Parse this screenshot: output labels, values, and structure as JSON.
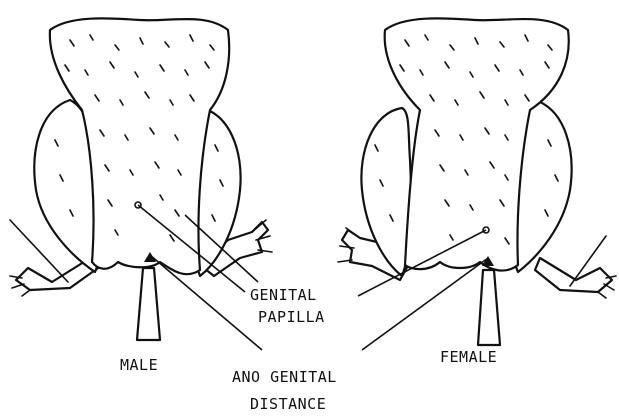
{
  "labels": {
    "male": "MALE",
    "female": "FEMALE",
    "genital_line1": "GENITAL",
    "genital_line2": "PAPILLA",
    "ano_line1": "ANO GENITAL",
    "ano_line2": "DISTANCE"
  }
}
